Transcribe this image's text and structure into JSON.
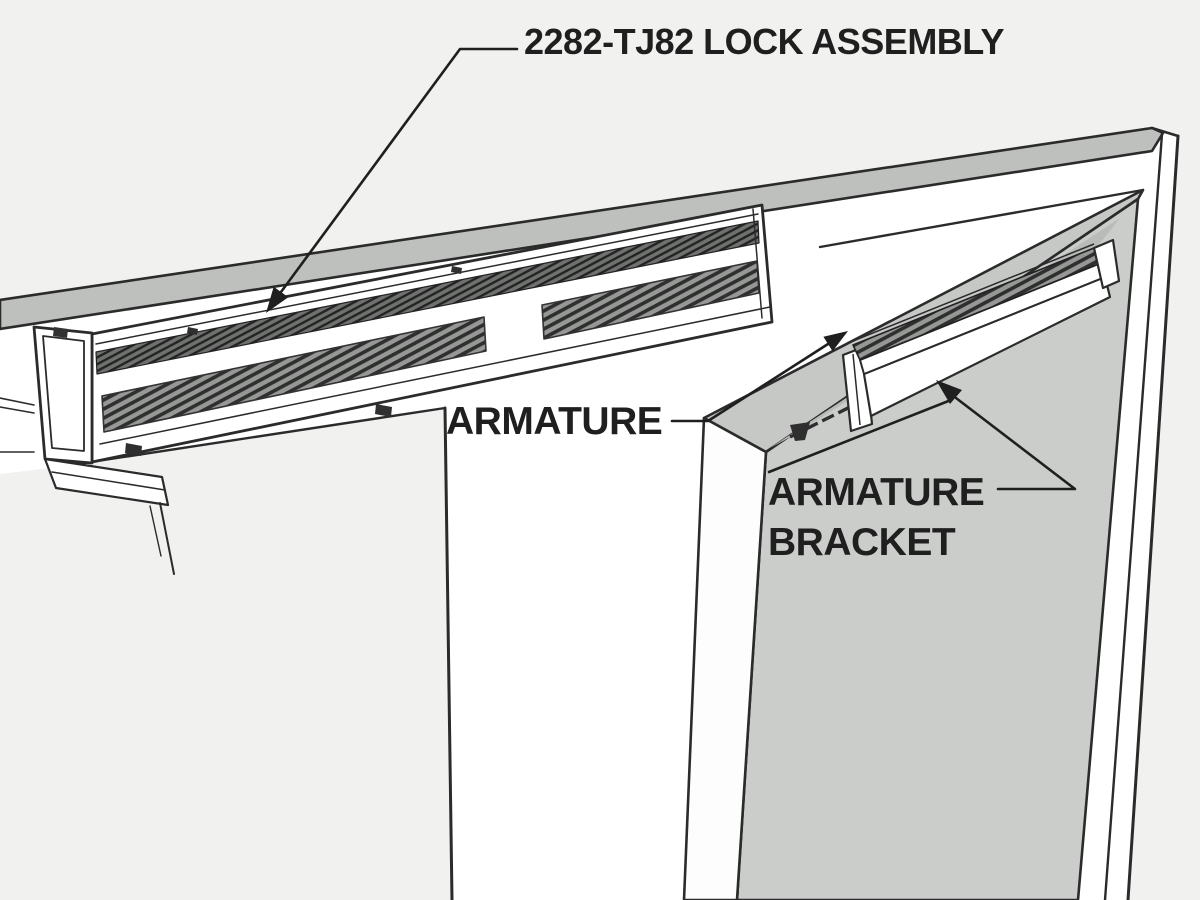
{
  "diagram": {
    "labels": {
      "lock_assembly": "2282-TJ82 LOCK ASSEMBLY",
      "armature": "ARMATURE",
      "armature_bracket_line1": "ARMATURE",
      "armature_bracket_line2": "BRACKET"
    },
    "colors": {
      "background": "#f1f1f0",
      "opening_white": "#ffffff",
      "line": "#2b2b2b",
      "text": "#1f1f1f",
      "door_face": "#cbcdcb",
      "door_top_face": "#c6c8c6",
      "door_shadow": "#b9bbb9",
      "header_top_strip": "#bec0be",
      "magnet_hatch": "#969896"
    }
  }
}
